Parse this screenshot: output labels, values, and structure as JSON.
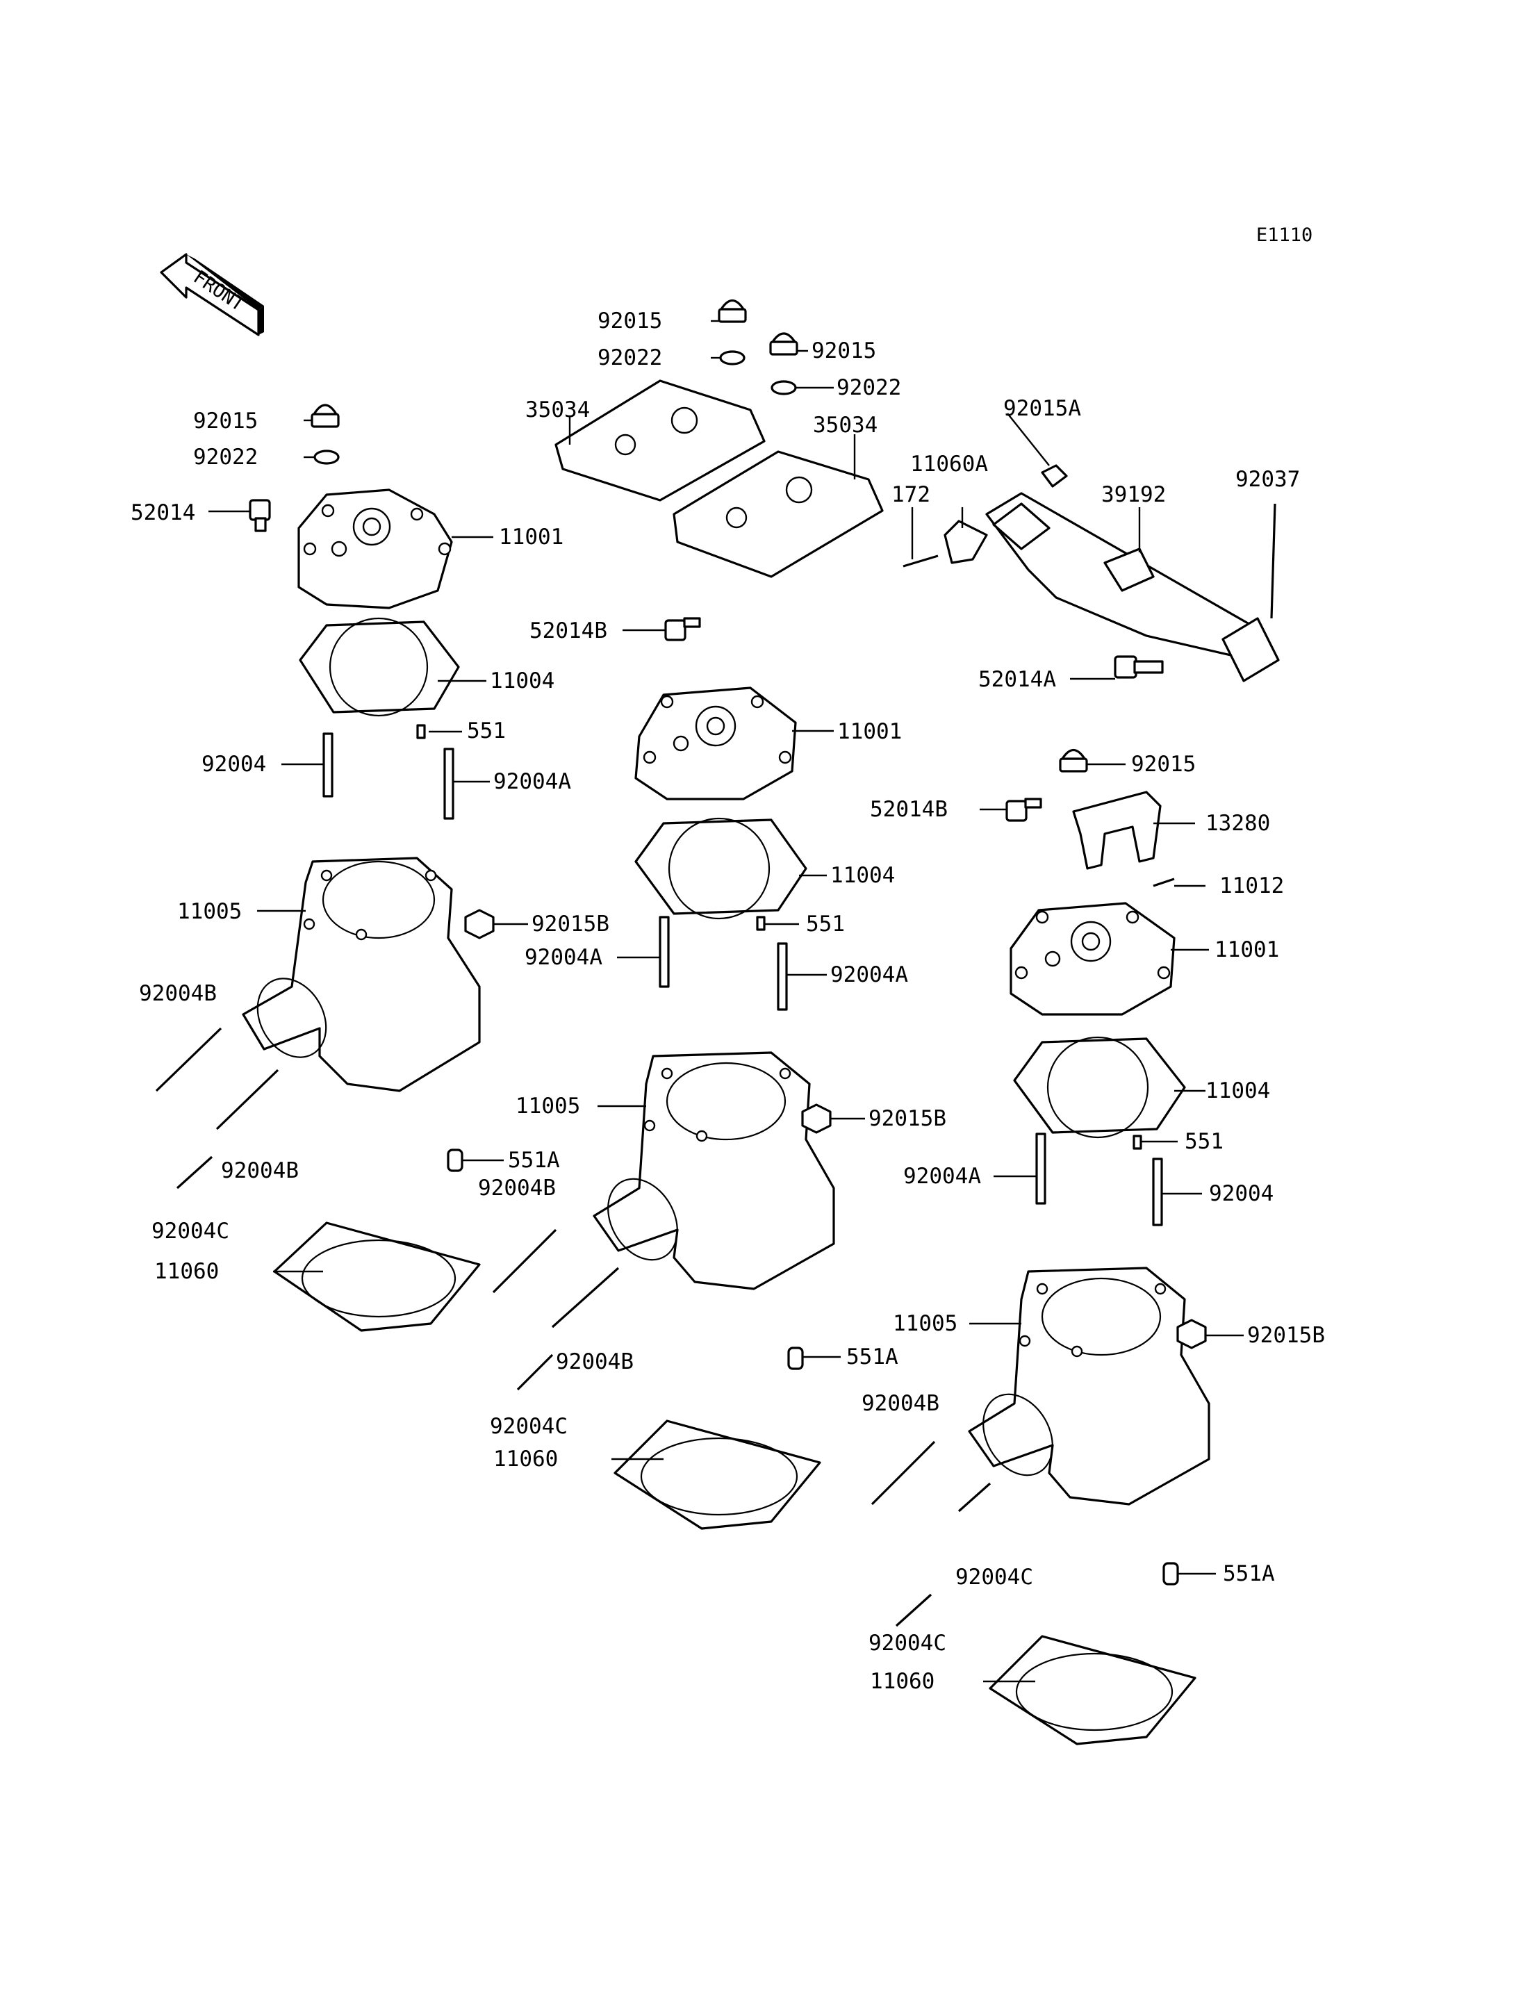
{
  "diagram_code": "E1110",
  "front_arrow_text": "FRONT",
  "callouts": [
    {
      "id": "c1",
      "text": "92015"
    },
    {
      "id": "c2",
      "text": "92022"
    },
    {
      "id": "c3",
      "text": "92015"
    },
    {
      "id": "c4",
      "text": "92022"
    },
    {
      "id": "c5",
      "text": "35034"
    },
    {
      "id": "c6",
      "text": "35034"
    },
    {
      "id": "c7",
      "text": "92015A"
    },
    {
      "id": "c8",
      "text": "11060A"
    },
    {
      "id": "c9",
      "text": "172"
    },
    {
      "id": "c10",
      "text": "39192"
    },
    {
      "id": "c11",
      "text": "92037"
    },
    {
      "id": "c12",
      "text": "52014A"
    },
    {
      "id": "c13",
      "text": "92015"
    },
    {
      "id": "c14",
      "text": "92022"
    },
    {
      "id": "c15",
      "text": "52014"
    },
    {
      "id": "c16",
      "text": "11001"
    },
    {
      "id": "c17",
      "text": "11004"
    },
    {
      "id": "c18",
      "text": "551"
    },
    {
      "id": "c19",
      "text": "92004"
    },
    {
      "id": "c20",
      "text": "92004A"
    },
    {
      "id": "c21",
      "text": "11005"
    },
    {
      "id": "c22",
      "text": "92015B"
    },
    {
      "id": "c23",
      "text": "92004B"
    },
    {
      "id": "c24",
      "text": "92004B"
    },
    {
      "id": "c25",
      "text": "92004C"
    },
    {
      "id": "c26",
      "text": "551A"
    },
    {
      "id": "c27",
      "text": "11060"
    },
    {
      "id": "c28",
      "text": "52014B"
    },
    {
      "id": "c29",
      "text": "11001"
    },
    {
      "id": "c30",
      "text": "11004"
    },
    {
      "id": "c31",
      "text": "551"
    },
    {
      "id": "c32",
      "text": "92004A"
    },
    {
      "id": "c33",
      "text": "92004A"
    },
    {
      "id": "c34",
      "text": "11005"
    },
    {
      "id": "c35",
      "text": "92015B"
    },
    {
      "id": "c36",
      "text": "92004B"
    },
    {
      "id": "c37",
      "text": "92004B"
    },
    {
      "id": "c38",
      "text": "92004C"
    },
    {
      "id": "c39",
      "text": "551A"
    },
    {
      "id": "c40",
      "text": "11060"
    },
    {
      "id": "c41",
      "text": "92015"
    },
    {
      "id": "c42",
      "text": "52014B"
    },
    {
      "id": "c43",
      "text": "13280"
    },
    {
      "id": "c44",
      "text": "11012"
    },
    {
      "id": "c45",
      "text": "11001"
    },
    {
      "id": "c46",
      "text": "11004"
    },
    {
      "id": "c47",
      "text": "551"
    },
    {
      "id": "c48",
      "text": "92004A"
    },
    {
      "id": "c49",
      "text": "92004"
    },
    {
      "id": "c50",
      "text": "11005"
    },
    {
      "id": "c51",
      "text": "92015B"
    },
    {
      "id": "c52",
      "text": "92004B"
    },
    {
      "id": "c53",
      "text": "92004C"
    },
    {
      "id": "c54",
      "text": "92004C"
    },
    {
      "id": "c55",
      "text": "551A"
    },
    {
      "id": "c56",
      "text": "11060"
    }
  ]
}
